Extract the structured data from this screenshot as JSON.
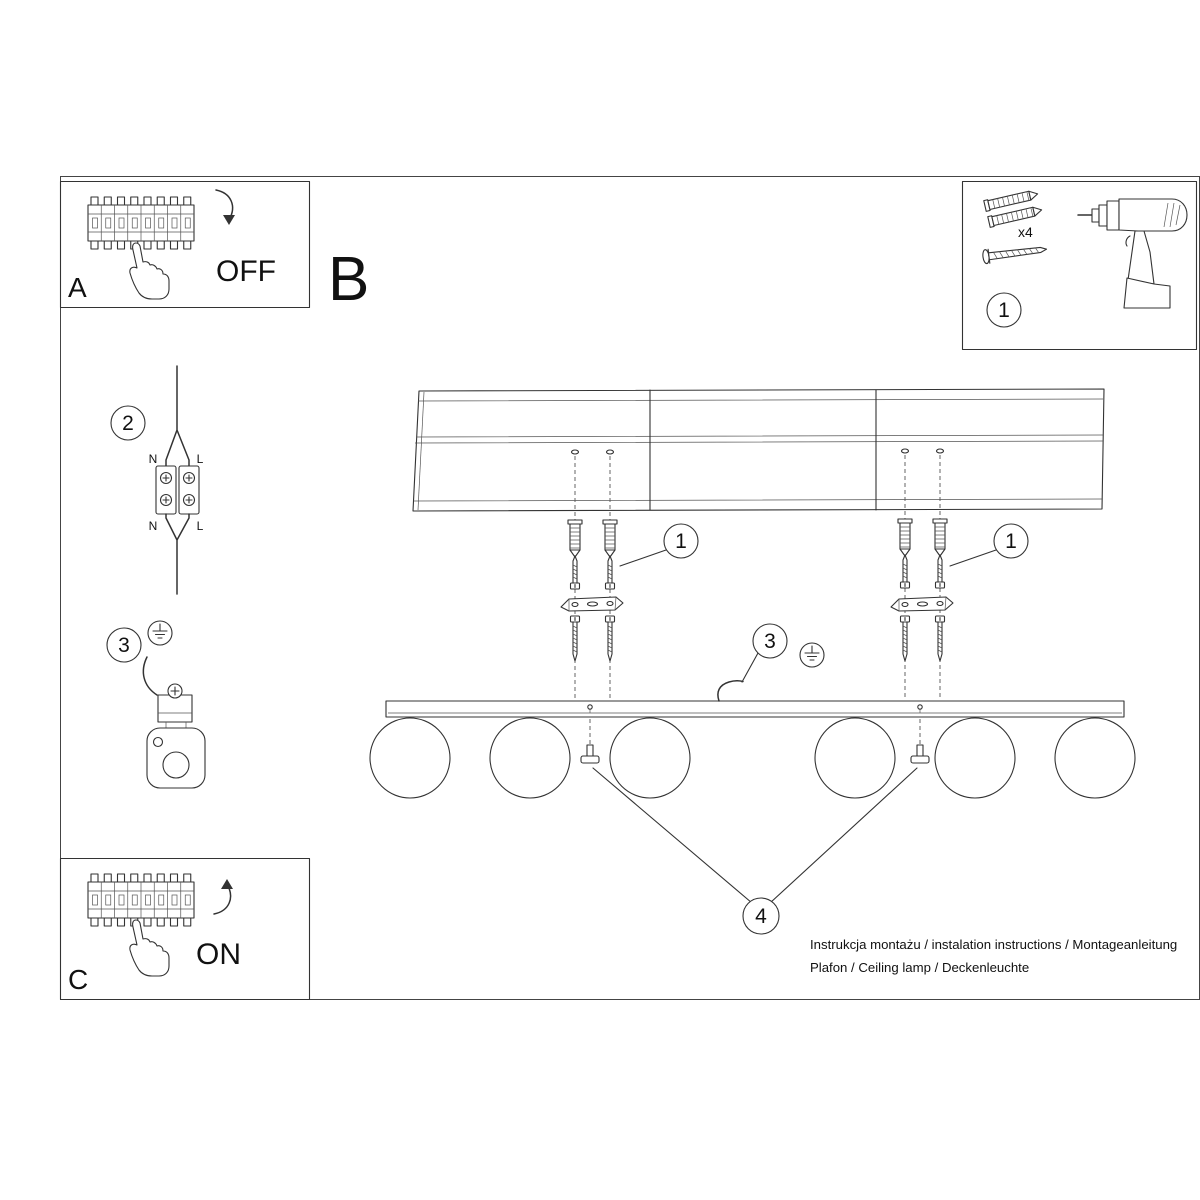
{
  "colors": {
    "ink": "#333333",
    "paper": "#ffffff"
  },
  "sections": {
    "a_label": "A",
    "b_label": "B",
    "c_label": "C"
  },
  "breaker": {
    "off": "OFF",
    "on": "ON"
  },
  "parts_box": {
    "plug_count": "x4",
    "step_number": "1"
  },
  "callouts": {
    "step1": "1",
    "step2": "2",
    "step3": "3",
    "step4": "4"
  },
  "wiring": {
    "top_neutral": "N",
    "top_live": "L",
    "bottom_neutral": "N",
    "bottom_live": "L"
  },
  "footer": {
    "line1": "Instrukcja montażu / instalation instructions / Montageanleitung",
    "line2": "Plafon / Ceiling lamp / Deckenleuchte"
  }
}
